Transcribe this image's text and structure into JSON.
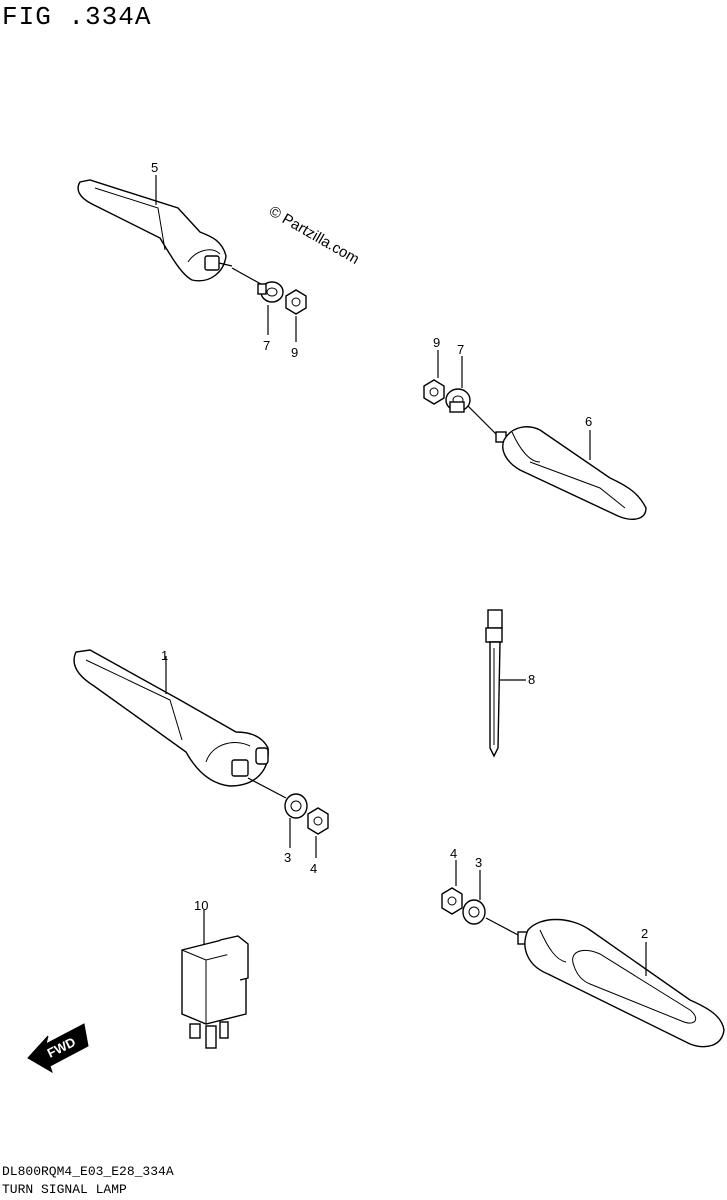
{
  "figure": {
    "title": "FIG .334A",
    "code": "DL800RQM4_E03_E28_334A",
    "caption": "TURN SIGNAL LAMP"
  },
  "watermark": "© Partzilla.com",
  "direction_label": "FWD",
  "callouts": [
    "5",
    "7",
    "9",
    "9",
    "7",
    "6",
    "1",
    "8",
    "3",
    "4",
    "10",
    "4",
    "3",
    "2"
  ]
}
